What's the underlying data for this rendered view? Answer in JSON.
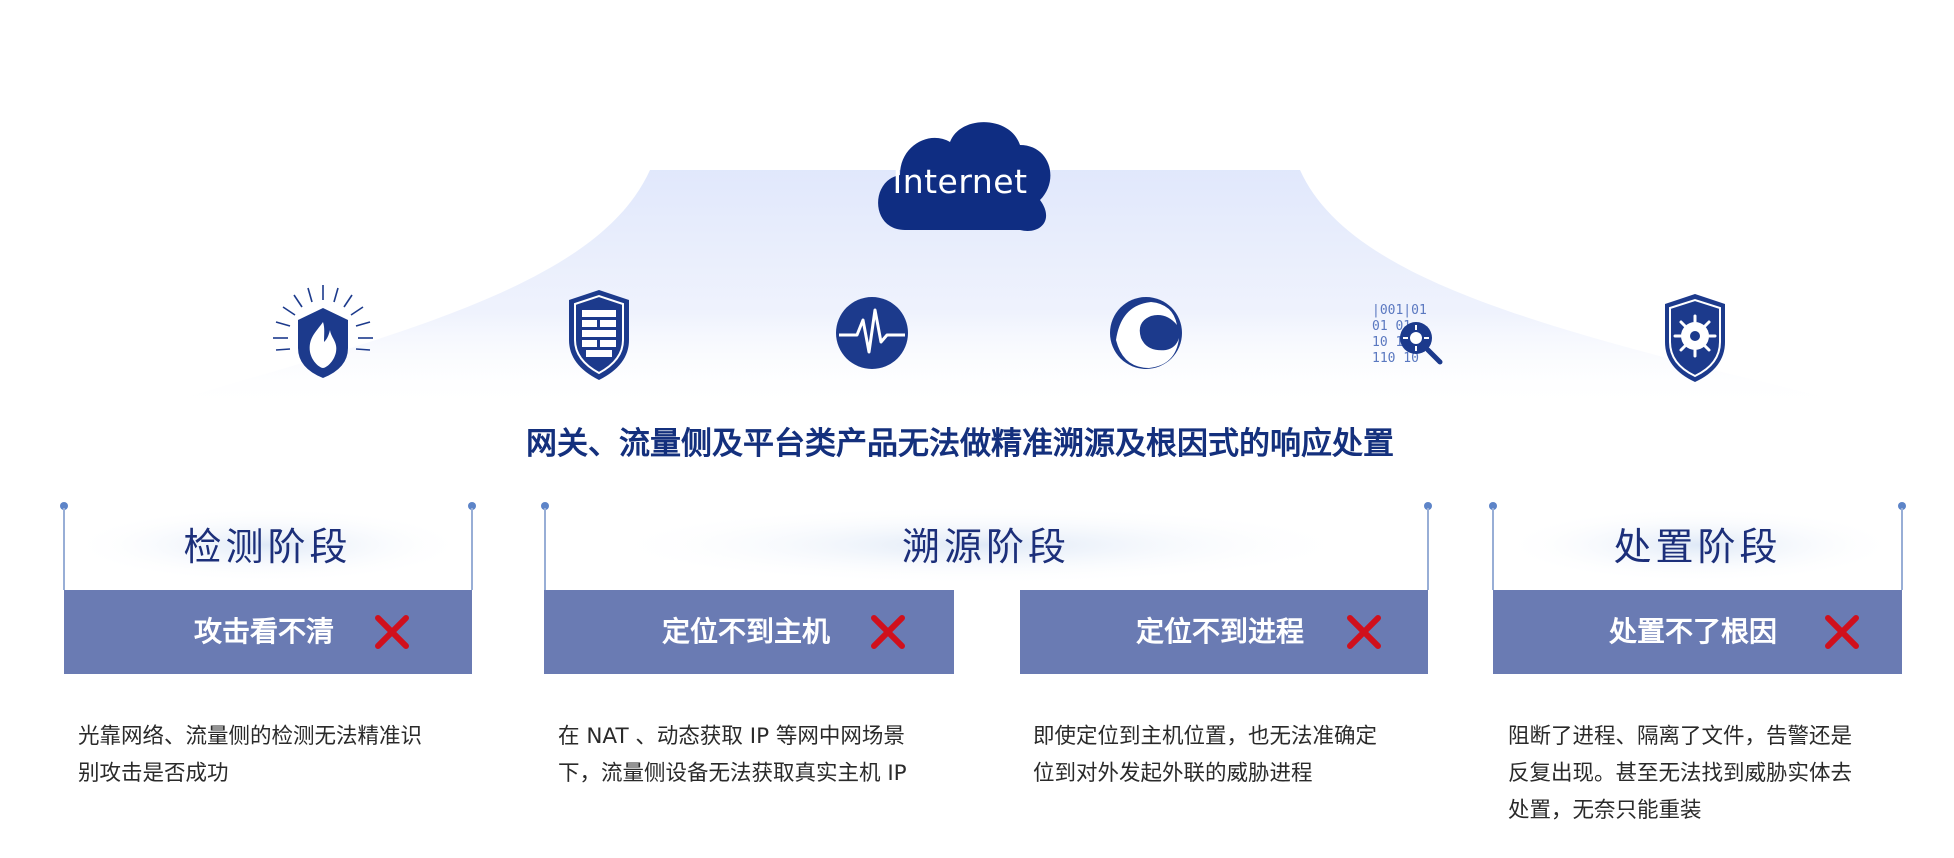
{
  "cloud": {
    "label": "Internet",
    "color": "#0f2d82"
  },
  "icons": [
    {
      "name": "fire-shield-icon"
    },
    {
      "name": "firewall-shield-icon"
    },
    {
      "name": "pulse-monitor-icon"
    },
    {
      "name": "eagle-logo-icon"
    },
    {
      "name": "binary-virus-search-icon"
    },
    {
      "name": "virus-shield-icon"
    }
  ],
  "main_title": "网关、流量侧及平台类产品无法做精准溯源及根因式的响应处置",
  "stages": [
    {
      "title": "检测阶段"
    },
    {
      "title": "溯源阶段"
    },
    {
      "title": "处置阶段"
    }
  ],
  "problems": [
    {
      "label": "攻击看不清",
      "description": [
        "光靠网络、流量侧的检测无法精准识",
        "别攻击是否成功"
      ]
    },
    {
      "label": "定位不到主机",
      "description": [
        "在 NAT 、动态获取 IP 等网中网场景",
        "下，流量侧设备无法获取真实主机 IP"
      ]
    },
    {
      "label": "定位不到进程",
      "description": [
        "即使定位到主机位置，也无法准确定",
        "位到对外发起外联的威胁进程"
      ]
    },
    {
      "label": "处置不了根因",
      "description": [
        "阻断了进程、隔离了文件，告警还是",
        "反复出现。甚至无法找到威胁实体去",
        "处置，无奈只能重装"
      ]
    }
  ],
  "colors": {
    "brand": "#0f2d82",
    "bar": "#6a7bb3",
    "x": "#d0101c",
    "title": "#14307d"
  }
}
